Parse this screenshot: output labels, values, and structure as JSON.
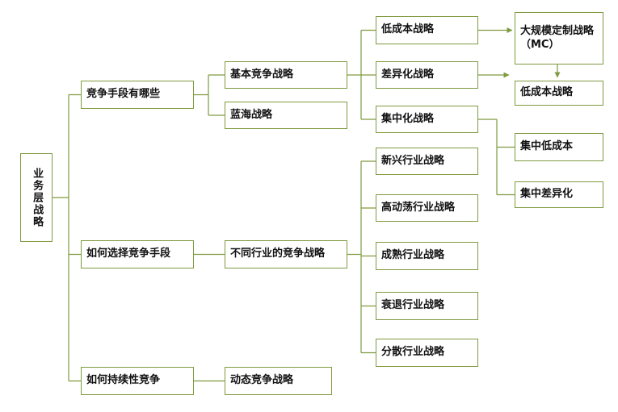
{
  "diagram": {
    "accent_color": "#7f9a3f",
    "nodes": {
      "root": "业务层战略",
      "compete_means": "竞争手段有哪些",
      "basic_strategy": "基本竞争战略",
      "blue_ocean": "蓝海战略",
      "low_cost": "低成本战略",
      "differentiation": "差异化战略",
      "focus": "集中化战略",
      "mass_customization": "大规模定制战略（MC）",
      "low_cost_right": "低成本战略",
      "focus_low_cost": "集中低成本",
      "focus_differentiation": "集中差异化",
      "choose_means": "如何选择竞争手段",
      "industry_strategies": "不同行业的竞争战略",
      "emerging_industry": "新兴行业战略",
      "turbulent_industry": "高动荡行业战略",
      "mature_industry": "成熟行业战略",
      "declining_industry": "衰退行业战略",
      "fragmented_industry": "分散行业战略",
      "sustain_compete": "如何持续性竞争",
      "dynamic_strategy": "动态竞争战略"
    }
  }
}
